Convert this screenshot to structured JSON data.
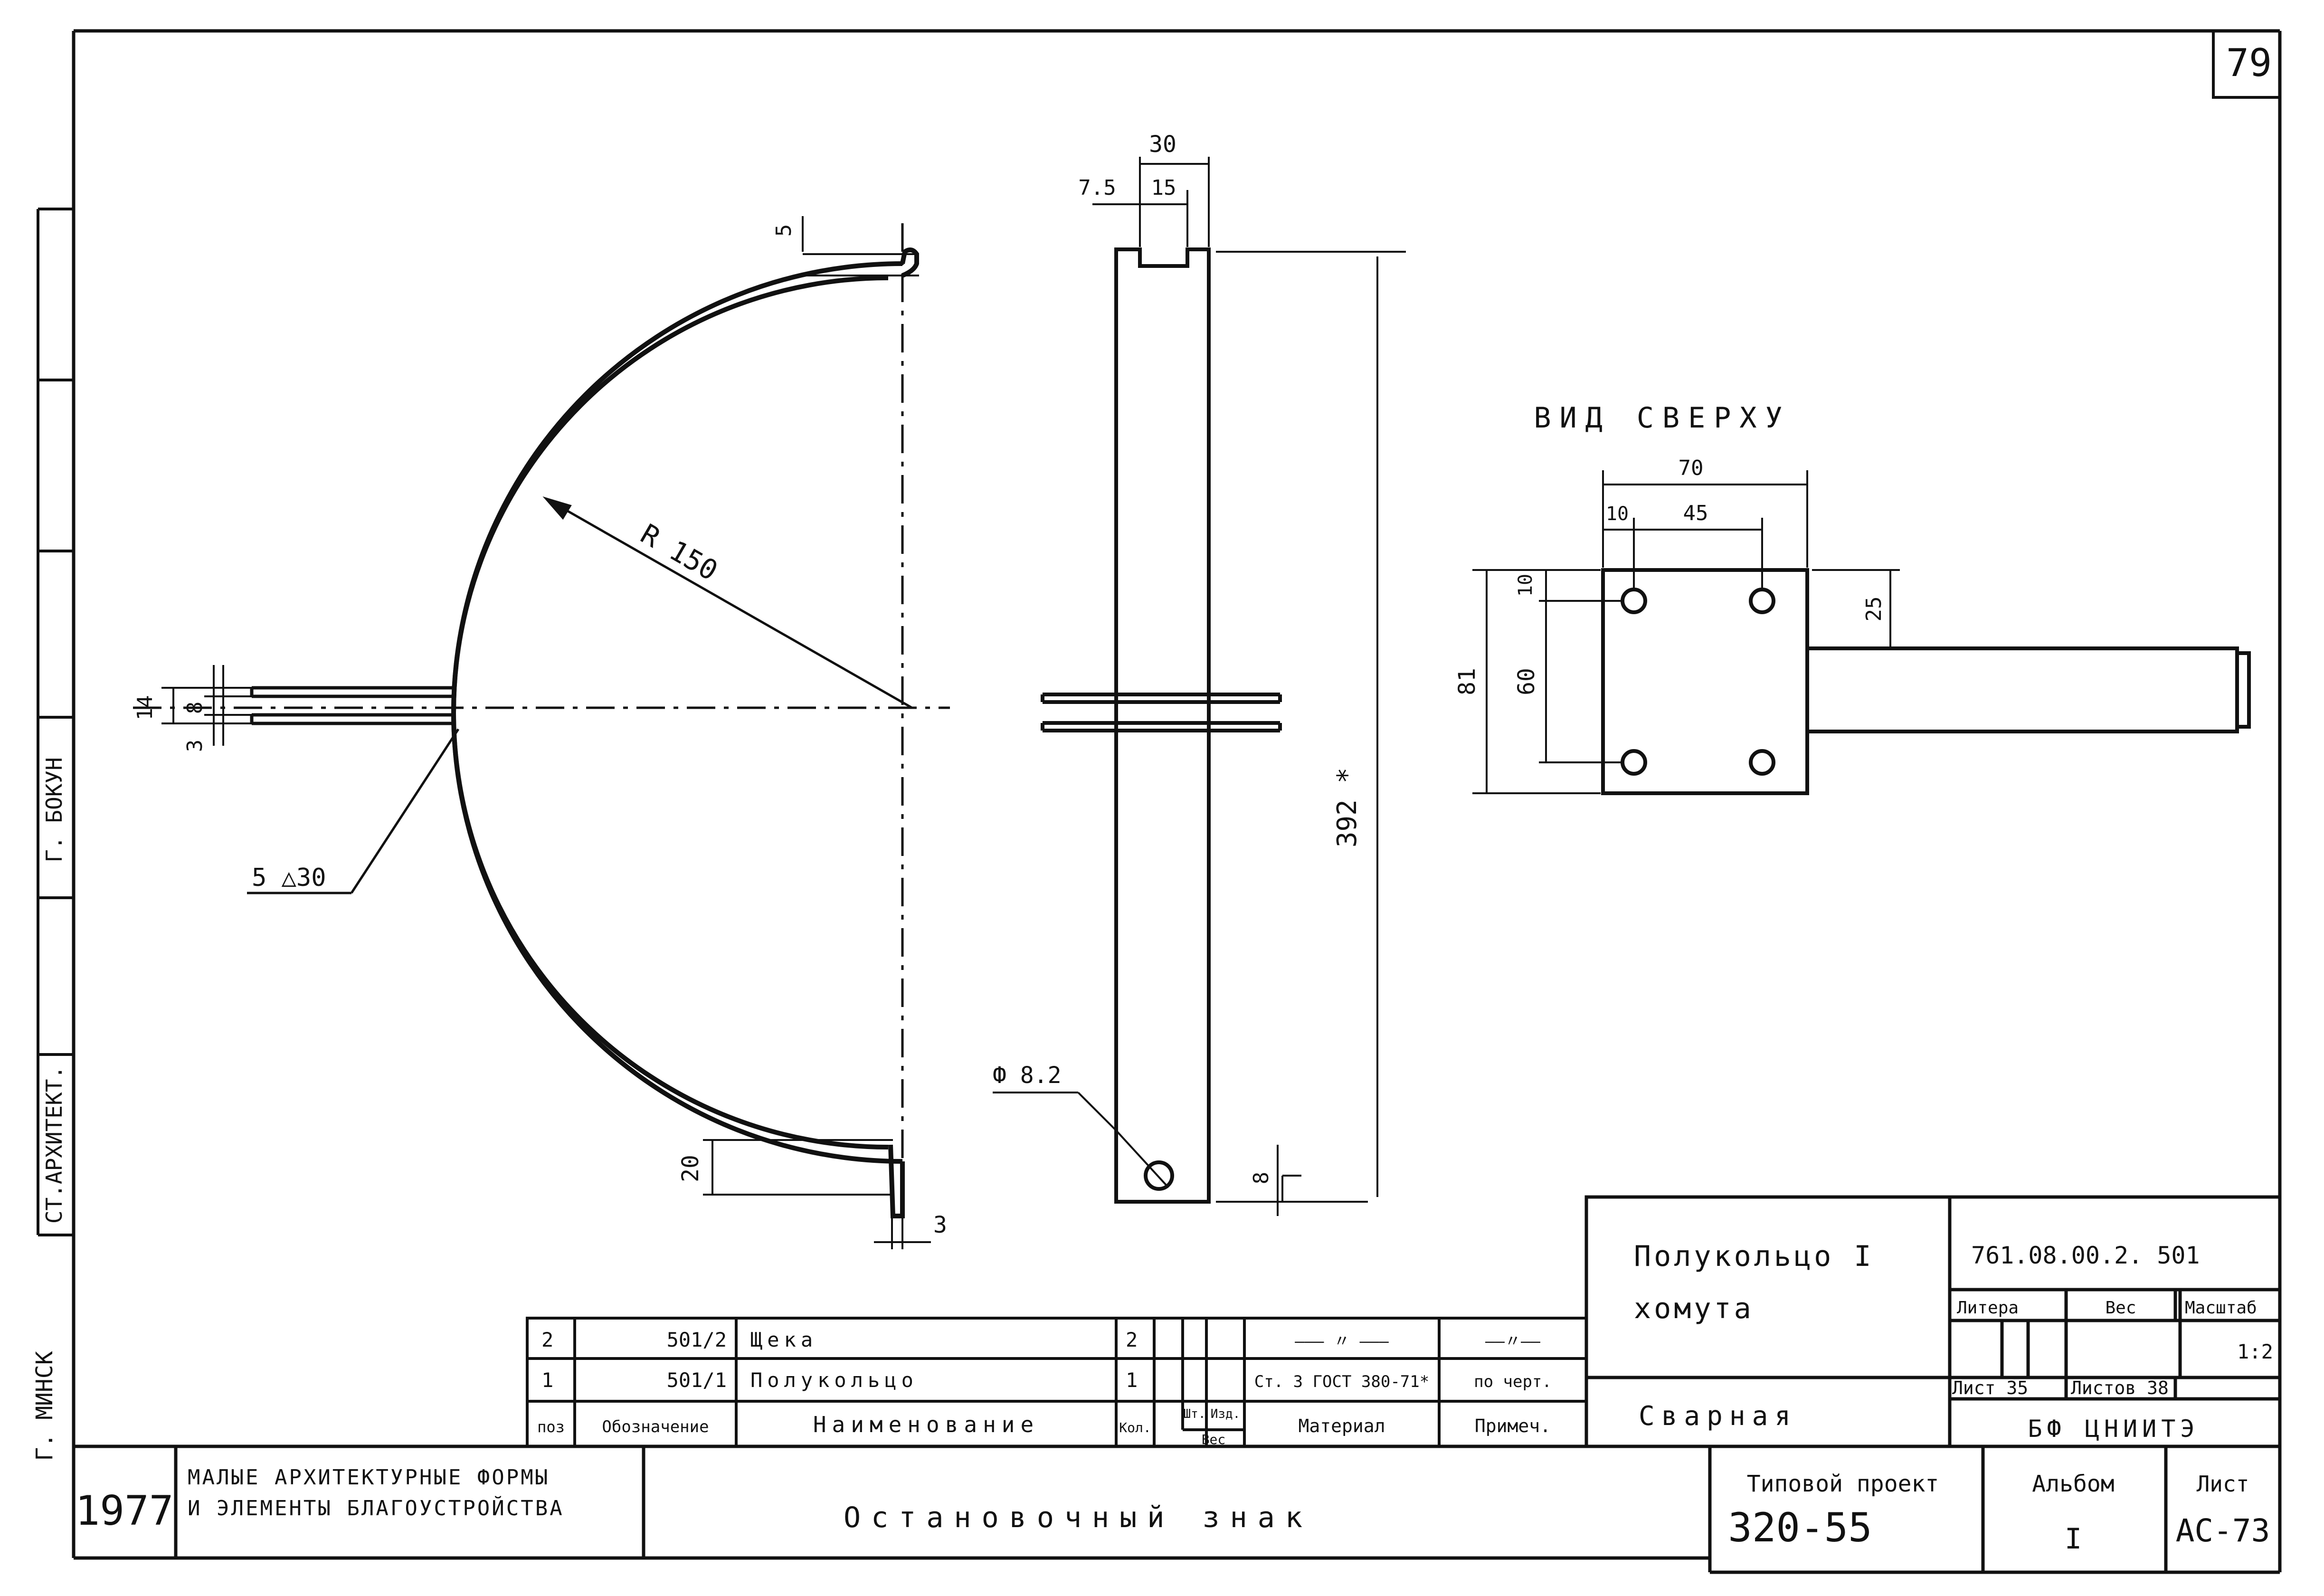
{
  "sheet": {
    "page_number": "79",
    "city": "Г. МИНСК",
    "year": "1977",
    "series_title": [
      "МАЛЫЕ АРХИТЕКТУРНЫЕ ФОРМЫ",
      "И ЭЛЕМЕНТЫ БЛАГОУСТРОЙСТВА"
    ],
    "drawing_title": "Остановочный знак",
    "project_label": "Типовой проект",
    "project_number": "320-55",
    "album_label": "Альбом",
    "album_number": "I",
    "sheet_label": "Лист",
    "sheet_code": "АС-73"
  },
  "left_stamps": {
    "author": "Г. БОКУН",
    "position": "СТ.АРХИТЕКТ."
  },
  "part": {
    "name_line1": "Полукольцо I",
    "name_line2": "хомута",
    "code": "761.08.00.2. 501",
    "remark": "Сварная",
    "litera_label": "Литера",
    "weight_label": "Вес",
    "scale_label": "Масштаб",
    "scale": "1:2",
    "sheet_label": "Лист 35",
    "sheets_label": "Листов 38",
    "organization": "БФ ЦНИИТЭ"
  },
  "spec": {
    "headers": [
      "поз",
      "Обозначение",
      "Наименование",
      "Кол.",
      "Шт.",
      "Изд.",
      "Вес",
      "Материал",
      "Примеч."
    ],
    "rows": [
      {
        "pos": "2",
        "designation": "501/2",
        "name": "Щека",
        "qty": "2",
        "material": "——— 〃 ———",
        "note": "——〃——"
      },
      {
        "pos": "1",
        "designation": "501/1",
        "name": "Полукольцо",
        "qty": "1",
        "material": "Ст. 3 ГОСТ 380-71*",
        "note": "по черт."
      }
    ]
  },
  "views": {
    "top_view_title": "ВИД СВЕРХУ"
  },
  "dimensions": {
    "radius": "R 150",
    "weld": "5 △30",
    "d5": "5",
    "d20": "20",
    "d3_bottom": "3",
    "d14": "14",
    "d8_left": "8",
    "d3_left": "3",
    "d30": "30",
    "d7_5": "7.5",
    "d15": "15",
    "d392": "392 *",
    "hole": "Ф 8.2",
    "d8_bottom": "8",
    "d70": "70",
    "d10_top": "10",
    "d45": "45",
    "d10_left": "10",
    "d81": "81",
    "d60": "60",
    "d25": "25"
  }
}
